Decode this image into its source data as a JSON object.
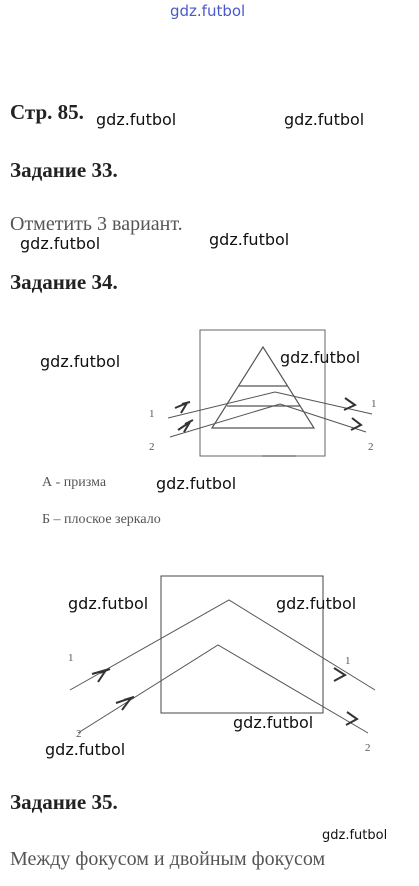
{
  "watermarks": {
    "top": "gdz.futbol",
    "text": "gdz.futbol"
  },
  "page_ref": "Стр. 85.",
  "task33": {
    "heading": "Задание 33.",
    "text": "Отметить 3 вариант."
  },
  "task34": {
    "heading": "Задание 34.",
    "caption_a": "А - призма",
    "caption_b": "Б – плоское зеркало",
    "ray_labels": [
      "1",
      "2"
    ]
  },
  "task35": {
    "heading": "Задание 35.",
    "text": "Между фокусом и двойным фокусом"
  }
}
